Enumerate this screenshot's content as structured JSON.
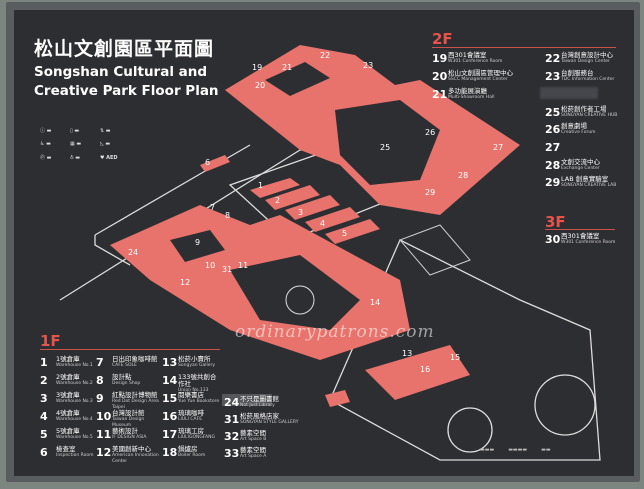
{
  "title": {
    "zh": "松山文創園區平面圖",
    "en": "Songshan Cultural and Creative Park Floor Plan"
  },
  "colors": {
    "board": "#2d2e32",
    "floor": "#e8736c",
    "accent": "#e5534b"
  },
  "facility_icons": [
    "info-icon",
    "toilet-icon",
    "elevator-icon",
    "accessible-icon",
    "atm-icon",
    "stairs-icon",
    "parking-icon",
    "nursing-icon",
    "aed-icon"
  ],
  "aed_label": "AED",
  "floor_1f": {
    "label": "1F",
    "items": [
      {
        "num": "1",
        "zh": "1號倉庫",
        "en": "Warehouse No.1"
      },
      {
        "num": "2",
        "zh": "2號倉庫",
        "en": "Warehouse No.2"
      },
      {
        "num": "3",
        "zh": "3號倉庫",
        "en": "Warehouse No.3"
      },
      {
        "num": "4",
        "zh": "4號倉庫",
        "en": "Warehouse No.4"
      },
      {
        "num": "5",
        "zh": "5號倉庫",
        "en": "Warehouse No.5"
      },
      {
        "num": "6",
        "zh": "檢查室",
        "en": "Inspection Room"
      },
      {
        "num": "7",
        "zh": "日出印象咖啡館",
        "en": "CAFE SOLE"
      },
      {
        "num": "8",
        "zh": "設計點",
        "en": "Design Shop"
      },
      {
        "num": "9",
        "zh": "紅點設計博物館",
        "en": "Red Dot Design Area Taipei"
      },
      {
        "num": "10",
        "zh": "台灣設計館",
        "en": "Taiwan Design Museum"
      },
      {
        "num": "11",
        "zh": "藝術設計",
        "en": "IF DESIGN ASIA"
      },
      {
        "num": "12",
        "zh": "美國創新中心",
        "en": "American Innovation Center"
      },
      {
        "num": "13",
        "zh": "松菸小賣所",
        "en": "Songyan Gallery"
      },
      {
        "num": "14",
        "zh": "133號共創合作社",
        "en": "Union No.133"
      },
      {
        "num": "15",
        "zh": "閱樂書店",
        "en": "Yue Yue Bookstore"
      },
      {
        "num": "16",
        "zh": "琉璃咖啡",
        "en": "LIULI CAFE"
      },
      {
        "num": "17",
        "zh": "琉璃工房",
        "en": "LIULIGONGFANG"
      },
      {
        "num": "18",
        "zh": "鍋爐房",
        "en": "Boiler Room"
      },
      {
        "num": "24",
        "zh": "不只是圖書館",
        "en": "Not Just Library"
      },
      {
        "num": "31",
        "zh": "松菸風格店家",
        "en": "SONGYAN STYLE GALLERY"
      },
      {
        "num": "32",
        "zh": "藝素空間",
        "en": "Art Space B"
      },
      {
        "num": "33",
        "zh": "藝素空間",
        "en": "Art Space A"
      }
    ]
  },
  "floor_2f": {
    "label": "2F",
    "items": [
      {
        "num": "19",
        "zh": "西301會議室",
        "en": "W301 Conference Room"
      },
      {
        "num": "20",
        "zh": "松山文創園區管理中心",
        "en": "SSCC Management Center"
      },
      {
        "num": "21",
        "zh": "多功能展演廳",
        "en": "Multi-Showroom Hall"
      },
      {
        "num": "22",
        "zh": "台灣創意設計中心",
        "en": "Taiwan Design Center"
      },
      {
        "num": "23",
        "zh": "台創服務台",
        "en": "TDC Information Center"
      },
      {
        "num": "25",
        "zh": "松菸創作者工場",
        "en": "SONGYAN CREATIVE HUB"
      },
      {
        "num": "26",
        "zh": "創意劇場",
        "en": "Creative Forum"
      },
      {
        "num": "27",
        "zh": "",
        "en": ""
      },
      {
        "num": "28",
        "zh": "文創交流中心",
        "en": "Exchange Center"
      },
      {
        "num": "29",
        "zh": "LAB 創意實驗室",
        "en": "SONGYAN CREATIVE LAB"
      }
    ]
  },
  "floor_3f": {
    "label": "3F",
    "items": [
      {
        "num": "30",
        "zh": "西301會議室",
        "en": "W301 Conference Room"
      }
    ]
  },
  "map_labels": [
    "19",
    "20",
    "21",
    "22",
    "23",
    "25",
    "26",
    "27",
    "28",
    "29",
    "1",
    "2",
    "3",
    "4",
    "5",
    "6",
    "7",
    "8",
    "9",
    "10",
    "11",
    "12",
    "13",
    "14",
    "15",
    "16",
    "24",
    "31"
  ],
  "watermark": "ordinarypatrons.com"
}
